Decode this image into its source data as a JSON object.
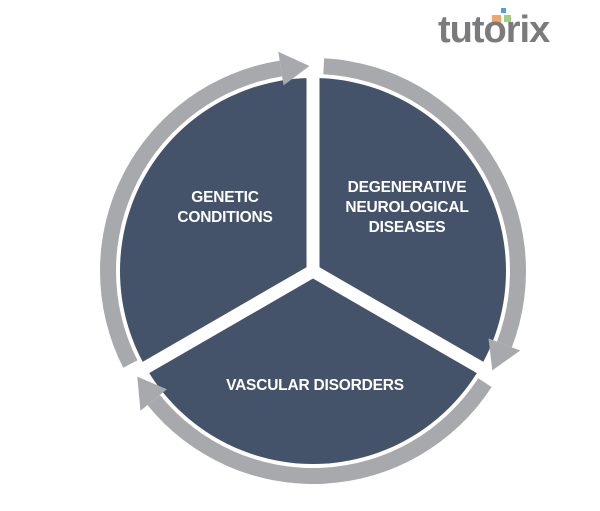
{
  "logo": {
    "text": "tutorix",
    "colors": {
      "orange": "#f4a66a",
      "green": "#9ccf7f",
      "blue": "#4aa3df"
    }
  },
  "diagram": {
    "segments": [
      {
        "label_lines": [
          "GENETIC",
          "CONDITIONS"
        ]
      },
      {
        "label_lines": [
          "DEGENERATIVE",
          "NEUROLOGICAL",
          "DISEASES"
        ]
      },
      {
        "label_lines": [
          "VASCULAR DISORDERS"
        ]
      }
    ],
    "colors": {
      "segment": "#44536a",
      "ring": "#a7a9ad"
    }
  }
}
